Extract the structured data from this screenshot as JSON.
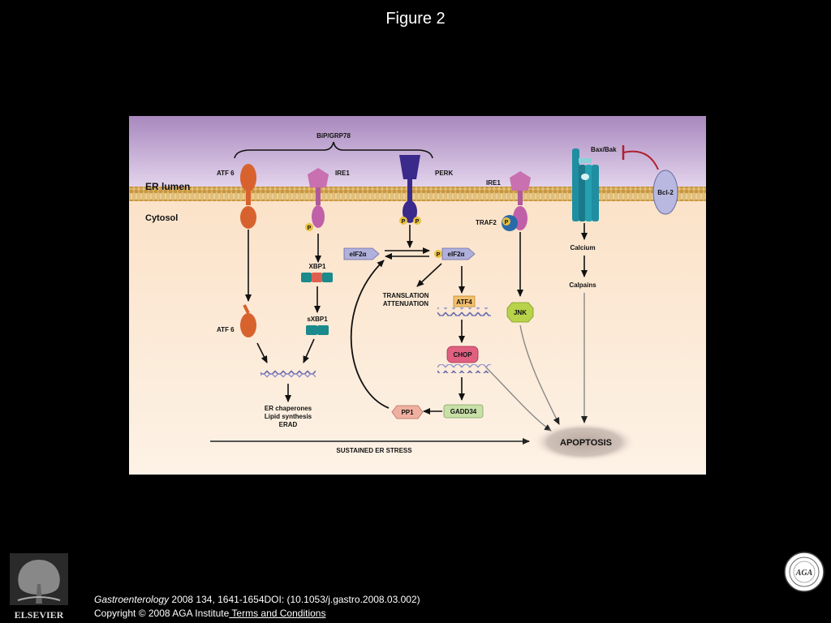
{
  "slide": {
    "title": "Figure 2"
  },
  "diagram": {
    "regions": {
      "er_lumen": "ER lumen",
      "cytosol": "Cytosol"
    },
    "chaperone": "BiP/GRP78",
    "sensors": {
      "atf6": "ATF 6",
      "ire1": "IRE1",
      "perk": "PERK",
      "ire1_b": "IRE1"
    },
    "phospho_mark": "P",
    "traf2": "TRAF2",
    "bax_bak": "Bax/Bak",
    "bcl2": "Bcl-2",
    "atf6_cleaved": "ATF 6",
    "xbp1": "XBP1",
    "sxbp1": "sXBP1",
    "eif2a_left": "eIF2α",
    "eif2a_right": "eIF2α",
    "translation": [
      "TRANSLATION",
      "ATTENUATION"
    ],
    "atf4": "ATF4",
    "chop": "CHOP",
    "gadd34": "GADD34",
    "pp1": "PP1",
    "jnk": "JNK",
    "calcium": "Calcium",
    "calpains": "Calpains",
    "outputs": [
      "ER chaperones",
      "Lipid synthesis",
      "ERAD"
    ],
    "sustained": "SUSTAINED ER STRESS",
    "apoptosis": "APOPTOSIS"
  },
  "citation": {
    "journal": "Gastroenterology",
    "details": " 2008 134, 1641-1654DOI: (10.1053/j.gastro.2008.03.002)",
    "copyright": "Copyright © 2008 AGA Institute",
    "terms": " Terms and Conditions"
  },
  "logos": {
    "publisher": "ELSEVIER",
    "society": "AGA"
  },
  "colors": {
    "lumen": "#b896c8",
    "cytosol": "#fbe8d2",
    "atf6": "#d8622e",
    "ire1": "#c060a8",
    "perk": "#3a2a8c",
    "membrane": "#d9b06a",
    "teal": "#1a8a8c",
    "chop": "#e06080",
    "jnk": "#b8d24a",
    "bcl2": "#b8b8e0",
    "phospho": "#e8c040"
  }
}
